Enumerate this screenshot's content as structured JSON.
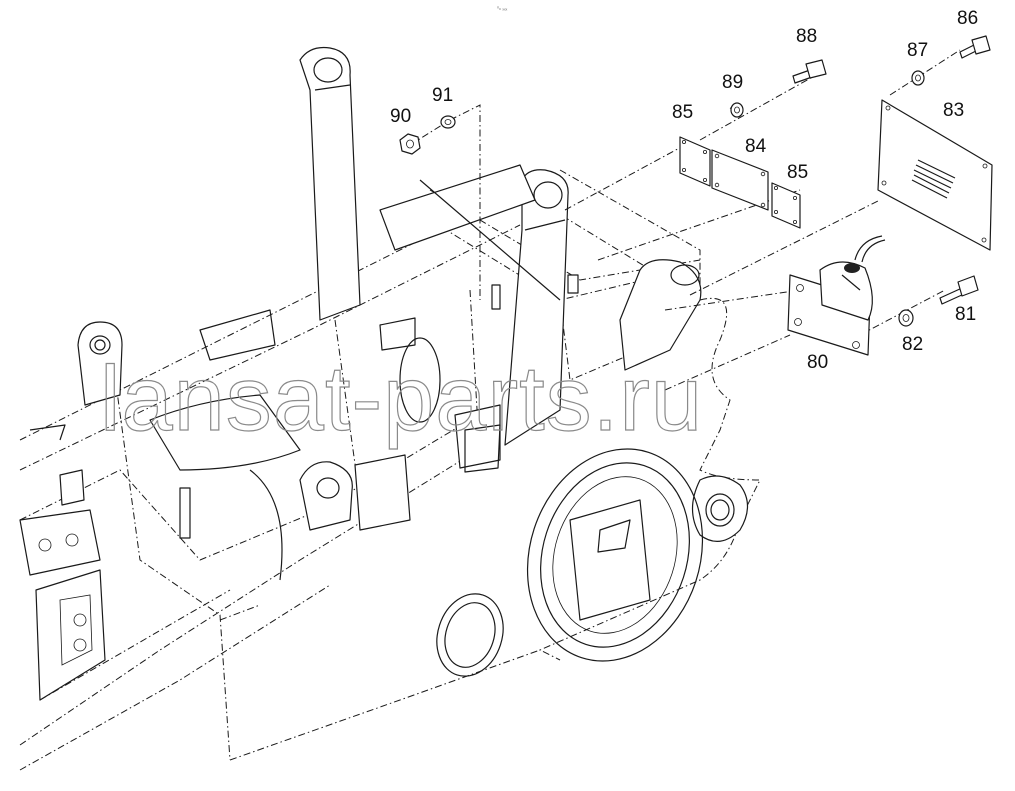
{
  "header_mark": "⁰ₙ ₓₓₓ",
  "watermark": "lansat-parts.ru",
  "callouts": {
    "c80": "80",
    "c81": "81",
    "c82": "82",
    "c83": "83",
    "c84": "84",
    "c85a": "85",
    "c85b": "85",
    "c86": "86",
    "c87": "87",
    "c88": "88",
    "c89": "89",
    "c90": "90",
    "c91": "91"
  }
}
